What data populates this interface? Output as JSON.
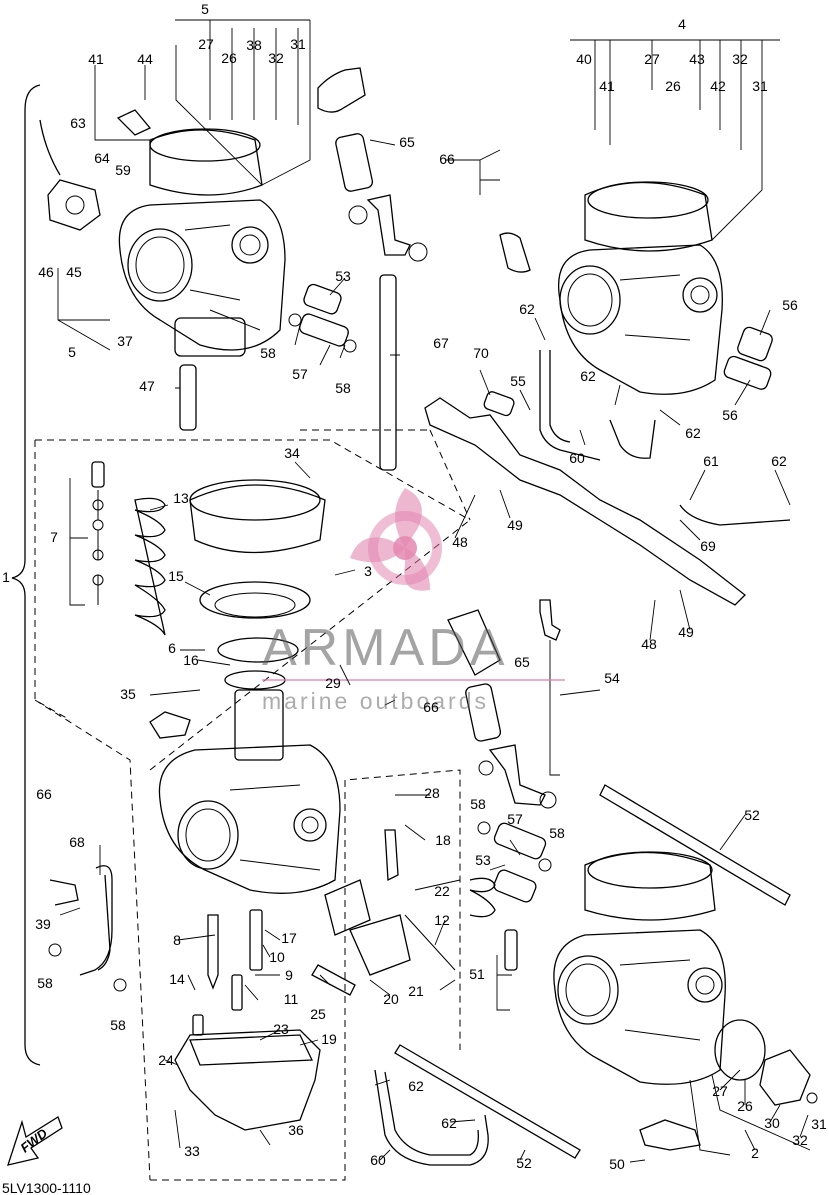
{
  "diagram_code": "5LV1300-1110",
  "brand": {
    "name": "ARMADA",
    "tagline": "marine outboards",
    "accent": "#e07aa8"
  },
  "fwd_label": "FWD",
  "callouts": [
    {
      "id": "c5a",
      "text": "5"
    },
    {
      "id": "c41a",
      "text": "41"
    },
    {
      "id": "c44",
      "text": "44"
    },
    {
      "id": "c27a",
      "text": "27"
    },
    {
      "id": "c26a",
      "text": "26"
    },
    {
      "id": "c38",
      "text": "38"
    },
    {
      "id": "c32a",
      "text": "32"
    },
    {
      "id": "c31a",
      "text": "31"
    },
    {
      "id": "c4",
      "text": "4"
    },
    {
      "id": "c40",
      "text": "40"
    },
    {
      "id": "c41b",
      "text": "41"
    },
    {
      "id": "c27b",
      "text": "27"
    },
    {
      "id": "c26b",
      "text": "26"
    },
    {
      "id": "c43",
      "text": "43"
    },
    {
      "id": "c42",
      "text": "42"
    },
    {
      "id": "c32b",
      "text": "32"
    },
    {
      "id": "c31b",
      "text": "31"
    },
    {
      "id": "c63",
      "text": "63"
    },
    {
      "id": "c64",
      "text": "64"
    },
    {
      "id": "c59",
      "text": "59"
    },
    {
      "id": "c46",
      "text": "46"
    },
    {
      "id": "c45",
      "text": "45"
    },
    {
      "id": "c5b",
      "text": "5"
    },
    {
      "id": "c37",
      "text": "37"
    },
    {
      "id": "c65a",
      "text": "65"
    },
    {
      "id": "c66a",
      "text": "66"
    },
    {
      "id": "c53a",
      "text": "53"
    },
    {
      "id": "c58a",
      "text": "58"
    },
    {
      "id": "c57a",
      "text": "57"
    },
    {
      "id": "c58b",
      "text": "58"
    },
    {
      "id": "c47",
      "text": "47"
    },
    {
      "id": "c67",
      "text": "67"
    },
    {
      "id": "c56a",
      "text": "56"
    },
    {
      "id": "c62a",
      "text": "62"
    },
    {
      "id": "c70",
      "text": "70"
    },
    {
      "id": "c55",
      "text": "55"
    },
    {
      "id": "c62b",
      "text": "62"
    },
    {
      "id": "c62c",
      "text": "62"
    },
    {
      "id": "c56b",
      "text": "56"
    },
    {
      "id": "c60a",
      "text": "60"
    },
    {
      "id": "c61",
      "text": "61"
    },
    {
      "id": "c62d",
      "text": "62"
    },
    {
      "id": "c34",
      "text": "34"
    },
    {
      "id": "c13",
      "text": "13"
    },
    {
      "id": "c7",
      "text": "7"
    },
    {
      "id": "c48a",
      "text": "48"
    },
    {
      "id": "c49a",
      "text": "49"
    },
    {
      "id": "c69",
      "text": "69"
    },
    {
      "id": "c1",
      "text": "1"
    },
    {
      "id": "c15",
      "text": "15"
    },
    {
      "id": "c3",
      "text": "3"
    },
    {
      "id": "c6",
      "text": "6"
    },
    {
      "id": "c48b",
      "text": "48"
    },
    {
      "id": "c49b",
      "text": "49"
    },
    {
      "id": "c16",
      "text": "16"
    },
    {
      "id": "c65b",
      "text": "65"
    },
    {
      "id": "c54",
      "text": "54"
    },
    {
      "id": "c35",
      "text": "35"
    },
    {
      "id": "c29",
      "text": "29"
    },
    {
      "id": "c66b",
      "text": "66"
    },
    {
      "id": "c66c",
      "text": "66"
    },
    {
      "id": "c28",
      "text": "28"
    },
    {
      "id": "c58c",
      "text": "58"
    },
    {
      "id": "c57b",
      "text": "57"
    },
    {
      "id": "c58d",
      "text": "58"
    },
    {
      "id": "c52a",
      "text": "52"
    },
    {
      "id": "c18",
      "text": "18"
    },
    {
      "id": "c68",
      "text": "68"
    },
    {
      "id": "c53b",
      "text": "53"
    },
    {
      "id": "c22",
      "text": "22"
    },
    {
      "id": "c39",
      "text": "39"
    },
    {
      "id": "c8",
      "text": "8"
    },
    {
      "id": "c17",
      "text": "17"
    },
    {
      "id": "c12",
      "text": "12"
    },
    {
      "id": "c10",
      "text": "10"
    },
    {
      "id": "c58e",
      "text": "58"
    },
    {
      "id": "c9",
      "text": "9"
    },
    {
      "id": "c51",
      "text": "51"
    },
    {
      "id": "c14",
      "text": "14"
    },
    {
      "id": "c11",
      "text": "11"
    },
    {
      "id": "c25",
      "text": "25"
    },
    {
      "id": "c20",
      "text": "20"
    },
    {
      "id": "c21",
      "text": "21"
    },
    {
      "id": "c58f",
      "text": "58"
    },
    {
      "id": "c23",
      "text": "23"
    },
    {
      "id": "c19",
      "text": "19"
    },
    {
      "id": "c24",
      "text": "24"
    },
    {
      "id": "c62e",
      "text": "62"
    },
    {
      "id": "c27c",
      "text": "27"
    },
    {
      "id": "c26c",
      "text": "26"
    },
    {
      "id": "c30",
      "text": "30"
    },
    {
      "id": "c31c",
      "text": "31"
    },
    {
      "id": "c32c",
      "text": "32"
    },
    {
      "id": "c2",
      "text": "2"
    },
    {
      "id": "c33",
      "text": "33"
    },
    {
      "id": "c62f",
      "text": "62"
    },
    {
      "id": "c36",
      "text": "36"
    },
    {
      "id": "c60b",
      "text": "60"
    },
    {
      "id": "c52b",
      "text": "52"
    },
    {
      "id": "c50",
      "text": "50"
    }
  ]
}
